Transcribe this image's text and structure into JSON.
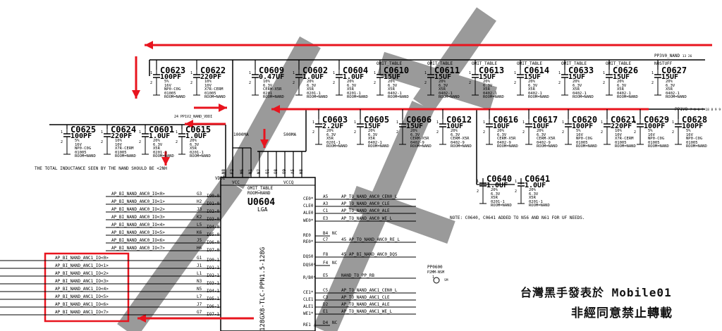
{
  "rail_top": "PP3V0_NAND",
  "rail_top_pins": "13 26",
  "rail_mid": "PP1V8",
  "rail_mid_pins": "7 8 6 7 18 8 9 9",
  "vddi_note": "24 PP1V2_NAND_VDDI",
  "inductance_note": "THE TOTAL INDUCTANCE SEEN BY THE NAND SHOULD BE <2NH",
  "current_vcc": "1000MA",
  "current_vccq": "500MA",
  "note_caps": "NOTE: C0640, C0641 ADDED TO N56 AND N61 FOR UF NEEDS.",
  "chip": {
    "omit": "OMIT_TABLE",
    "room": "ROOM=NAND",
    "ref": "U0604",
    "pkg": "LGA",
    "part": "128GX8-TLC-PPN1.5-128G",
    "vddi": "VDDI",
    "vcc": "VCC",
    "vccq": "VCCQ",
    "top_pins": [
      "N8",
      "F2",
      "M6",
      "N1",
      "N7",
      "Q1",
      "O8",
      "O9",
      "A5",
      "H8"
    ]
  },
  "caps_row1": [
    {
      "omit": "",
      "ref": "C0623",
      "val": "100PF",
      "spec": "5%\n16V\nNP0-C0G\n01005\nROOM=NAND",
      "p1": "1",
      "p2": "2"
    },
    {
      "omit": "",
      "ref": "C0622",
      "val": "220PF",
      "spec": "10%\n10V\nX7R-CERM\n01005\nROOM=NAND",
      "p1": "1",
      "p2": "2"
    },
    {
      "omit": "",
      "ref": "C0609",
      "val": "0.47UF",
      "spec": "10%\n6.3V\nCERM-X5R\n0201\nROOM=NAND",
      "p1": "1",
      "p2": "2"
    },
    {
      "omit": "",
      "ref": "C0602",
      "val": "1.0UF",
      "spec": "20%\n6.3V\nX5R\n0201-1\nROOM=NAND",
      "p1": "1",
      "p2": "2"
    },
    {
      "omit": "",
      "ref": "C0604",
      "val": "1.0UF",
      "spec": "20%\n6.3V\nX5R\n0201-1\nROOM=NAND",
      "p1": "1",
      "p2": "2"
    },
    {
      "omit": "OMIT_TABLE",
      "ref": "C0610",
      "val": "15UF",
      "spec": "20%\n6.3V\nX5R\n0402-1\nROOM=NAND",
      "p1": "1",
      "p2": "2"
    },
    {
      "omit": "OMIT_TABLE",
      "ref": "C0611",
      "val": "15UF",
      "spec": "20%\n6.3V\nX5R\n0402-1\nROOM=NAND",
      "p1": "1",
      "p2": "2"
    },
    {
      "omit": "OMIT_TABLE",
      "ref": "C0613",
      "val": "15UF",
      "spec": "20%\n6.3V\nX5R\n0402-1\nROOM=NAND",
      "p1": "1",
      "p2": "2"
    },
    {
      "omit": "OMIT_TABLE",
      "ref": "C0614",
      "val": "15UF",
      "spec": "20%\n6.3V\nX5R\n0402-1\nROOM=NAND",
      "p1": "1",
      "p2": "2"
    },
    {
      "omit": "OMIT_TABLE",
      "ref": "C0633",
      "val": "15UF",
      "spec": "20%\n6.3V\nX5R\n0402-1\nROOM=NAND",
      "p1": "1",
      "p2": "2"
    },
    {
      "omit": "OMIT_TABLE",
      "ref": "C0626",
      "val": "15UF",
      "spec": "20%\n6.3V\nX5R\n0402-1\nROOM=NAND",
      "p1": "1",
      "p2": "2"
    },
    {
      "omit": "NOSTUFF",
      "ref": "C0627",
      "val": "15UF",
      "spec": "20%\n6.3V\nX5R\n0402-1\nROOM=NAND",
      "p1": "1",
      "p2": "2"
    }
  ],
  "caps_row2": [
    {
      "ref": "C0625",
      "val": "100PF",
      "spec": "5%\n16V\nNP0-C0G\n01005\nROOM=NAND",
      "p1": "1",
      "p2": "2"
    },
    {
      "ref": "C0624",
      "val": "220PF",
      "spec": "10%\n10V\nX7R-CERM\n01005\nROOM=NAND",
      "p1": "1",
      "p2": "2"
    },
    {
      "ref": "C0601",
      "val": "1.0UF",
      "spec": "20%\n6.3V\nX5R\n0201-1\nROOM=NAND",
      "p1": "1",
      "p2": "2"
    },
    {
      "ref": "C0615",
      "val": "1.0UF",
      "spec": "20%\n6.3V\nX5R\n0201-1\nROOM=NAND",
      "p1": "1",
      "p2": "2"
    }
  ],
  "caps_row3": [
    {
      "ref": "C0603",
      "val": "2.2UF",
      "spec": "20%\n6.3V\nX5R\n0201-1\nROOM=NAND",
      "p1": "1",
      "p2": "2"
    },
    {
      "ref": "C0605",
      "val": "15UF",
      "spec": "20%\n6.3V\nX5R\n0402-1\nROOM=NAND",
      "p1": "1",
      "p2": "2"
    },
    {
      "ref": "C0606",
      "val": "15UF",
      "spec": "20%\n6.3V\nCERM-X5R\n0402-9\nROOM=NAND",
      "p1": "1",
      "p2": "2"
    },
    {
      "ref": "C0612",
      "val": "10UF",
      "spec": "20%\n6.3V\nCERM-X5R\n0402-9\nROOM=NAND",
      "p1": "1",
      "p2": "2"
    },
    {
      "ref": "C0616",
      "val": "10UF",
      "spec": "20%\n6.3V\nCERM-X5R\n0402-9\nROOM=NAND",
      "p1": "1",
      "p2": "2"
    },
    {
      "ref": "C0617",
      "val": "10UF",
      "spec": "20%\n6.3V\nCERM-X5R\n0402-9\nROOM=NAND",
      "p1": "1",
      "p2": "2"
    },
    {
      "ref": "C0620",
      "val": "100PF",
      "spec": "5%\n16V\nNP0-C0G\n01005\nROOM=NAND",
      "p1": "1",
      "p2": "2"
    },
    {
      "ref": "C0621",
      "val": "220PF",
      "spec": "10%\n10V\nX7R-CERM\n01005\nROOM=NAND",
      "p1": "1",
      "p2": "2"
    },
    {
      "ref": "C0629",
      "val": "100PF",
      "spec": "5%\n16V\nNP0-C0G\n01005\nROOM=NAND",
      "p1": "1",
      "p2": "2"
    },
    {
      "ref": "C0628",
      "val": "100PF",
      "spec": "5%\n16V\nNP0-C0G\n01005\nROOM=NAND",
      "p1": "1",
      "p2": "2"
    }
  ],
  "caps_row4": [
    {
      "ref": "C0640",
      "val": "1.0UF",
      "spec": "20%\n6.3V\nX5R\n0201-1\nROOM=NAND",
      "p1": "1",
      "p2": "2"
    },
    {
      "ref": "C0641",
      "val": "1.0UF",
      "spec": "20%\n6.3V\nX5R\n0201-1\nROOM=NAND",
      "p1": "1",
      "p2": "2"
    }
  ],
  "io0": [
    {
      "net": "AP_BI_NAND_ANC0_IO<0>",
      "ball": "G3",
      "pin": "IO0-0"
    },
    {
      "net": "AP_BI_NAND_ANC0_IO<1>",
      "ball": "H2",
      "pin": "IO1-0"
    },
    {
      "net": "AP_BI_NAND_ANC0_IO<2>",
      "ball": "J3",
      "pin": "IO2-0"
    },
    {
      "net": "AP_BI_NAND_ANC0_IO<3>",
      "ball": "K2",
      "pin": "IO3-0"
    },
    {
      "net": "AP_BI_NAND_ANC0_IO<4>",
      "ball": "L5",
      "pin": "IO4-0"
    },
    {
      "net": "AP_BI_NAND_ANC0_IO<5>",
      "ball": "K6",
      "pin": "IO5-0"
    },
    {
      "net": "AP_BI_NAND_ANC0_IO<6>",
      "ball": "J5",
      "pin": "IO6-0"
    },
    {
      "net": "AP_BI_NAND_ANC0_IO<7>",
      "ball": "H6",
      "pin": "IO7-0"
    }
  ],
  "io1": [
    {
      "net": "AP_BI_NAND_ANC1_IO<0>",
      "ball": "G1",
      "pin": "IO0-1"
    },
    {
      "net": "AP_BI_NAND_ANC1_IO<1>",
      "ball": "J1",
      "pin": "IO1-1"
    },
    {
      "net": "AP_BI_NAND_ANC1_IO<2>",
      "ball": "L1",
      "pin": "IO2-1"
    },
    {
      "net": "AP_BI_NAND_ANC1_IO<3>",
      "ball": "N3",
      "pin": "IO3-1"
    },
    {
      "net": "AP_BI_NAND_ANC1_IO<4>",
      "ball": "N5",
      "pin": "IO4-1"
    },
    {
      "net": "AP_BI_NAND_ANC1_IO<5>",
      "ball": "L7",
      "pin": "IO5-1"
    },
    {
      "net": "AP_BI_NAND_ANC1_IO<6>",
      "ball": "J7",
      "pin": "IO6-1"
    },
    {
      "net": "AP_BI_NAND_ANC1_IO<7>",
      "ball": "G7",
      "pin": "IO7-1"
    }
  ],
  "right_pins": [
    {
      "pin": "CE0*",
      "ball": "A5",
      "net": "AP_TO_NAND_ANC0_CEN0_L"
    },
    {
      "pin": "CLE0",
      "ball": "A3",
      "net": "AP_TO_NAND_ANC0_CLE"
    },
    {
      "pin": "ALE0",
      "ball": "C1",
      "net": "AP_TO_NAND_ANC0_ALE"
    },
    {
      "pin": "WE0*",
      "ball": "E3",
      "net": "AP_TO_NAND_ANC0_WE_L"
    },
    {
      "pin": "RE0",
      "ball": "B4",
      "net": "NC"
    },
    {
      "pin": "RE0*",
      "ball": "C7",
      "net": "45 AP_TO_NAND_ANC0_RE_L"
    },
    {
      "pin": "DQS0",
      "ball": "F8",
      "net": "45 AP_BI_NAND_ANC0_DQS"
    },
    {
      "pin": "DQS0*",
      "ball": "F4",
      "net": "NC"
    },
    {
      "pin": "R/B0*",
      "ball": "E5",
      "net": "NAND_TO_PP_RB"
    },
    {
      "pin": "CE1*",
      "ball": "C5",
      "net": "AP_TO_NAND_ANC1_CEN0_L"
    },
    {
      "pin": "CLE1",
      "ball": "C3",
      "net": "AP_TO_NAND_ANC1_CLE"
    },
    {
      "pin": "ALE1",
      "ball": "D2",
      "net": "AP_TO_NAND_ANC1_ALE"
    },
    {
      "pin": "WE1*",
      "ball": "E1",
      "net": "AP_TO_NAND_ANC1_WE_L"
    },
    {
      "pin": "RE1",
      "ball": "D4",
      "net": "NC"
    }
  ],
  "testpoint": {
    "ref": "PP0600",
    "part": "P2MM-NSM",
    "pin": "1",
    "label": "SM"
  },
  "watermark": {
    "line1": "台灣黑手發表於 Mobile01",
    "line2": "非經同意禁止轉載"
  },
  "colors": {
    "arrow": "#e8141e",
    "wire": "#000000",
    "watermark": "#9a9a9a"
  }
}
